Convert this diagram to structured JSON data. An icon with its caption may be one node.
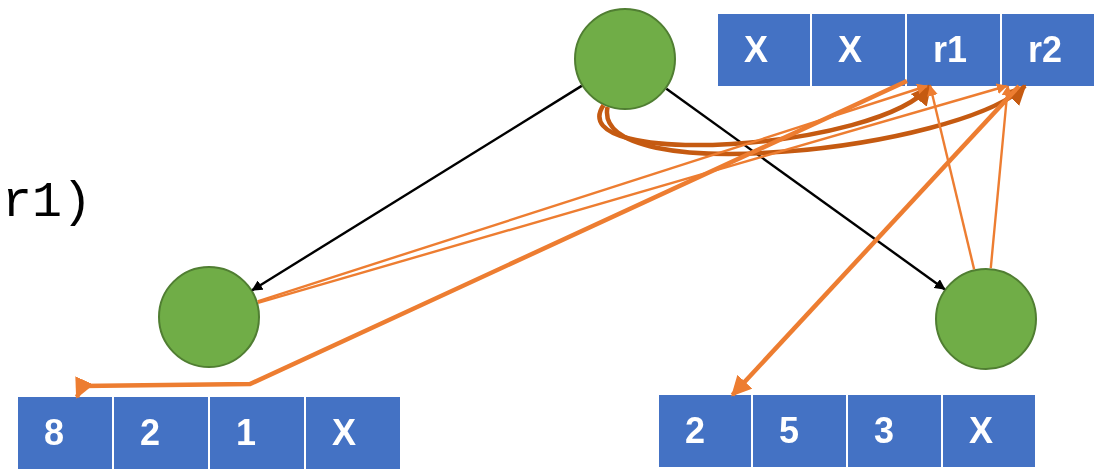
{
  "diagram": {
    "nodes": [
      {
        "text": [],
        "shape": "circle"
      },
      {
        "text": [],
        "shape": "circle"
      },
      {
        "text": [],
        "shape": "circle"
      },
      {
        "text": [
          "X"
        ]
      },
      {
        "text": [
          "X"
        ]
      },
      {
        "text": [
          "r1"
        ]
      },
      {
        "text": [
          "r2"
        ]
      },
      {
        "text": [
          "8"
        ]
      },
      {
        "text": [
          "2"
        ]
      },
      {
        "text": [
          "1"
        ]
      },
      {
        "text": [
          "X"
        ]
      },
      {
        "text": [
          "2"
        ]
      },
      {
        "text": [
          "5"
        ]
      },
      {
        "text": [
          "3"
        ]
      },
      {
        "text": [
          "X"
        ]
      }
    ],
    "edges": [
      {
        "from": 0,
        "to": 1,
        "arrow": "to",
        "color": "#000000"
      },
      {
        "from": 0,
        "to": 2,
        "arrow": "to",
        "color": "#000000"
      },
      {
        "from": 0,
        "to": 5,
        "arrow": "to",
        "style": "thick",
        "color": "#c55a11"
      },
      {
        "from": 0,
        "to": 6,
        "arrow": "to",
        "style": "thick",
        "color": "#c55a11"
      },
      {
        "from": 5,
        "to": 7,
        "arrow": "to",
        "style": "thick"
      },
      {
        "from": 6,
        "to": 11,
        "arrow": "to",
        "style": "thick"
      },
      {
        "from": 1,
        "to": 5,
        "arrow": "to"
      },
      {
        "from": 1,
        "to": 6,
        "arrow": "to"
      },
      {
        "from": 2,
        "to": 5,
        "arrow": "to"
      },
      {
        "from": 2,
        "to": 6,
        "arrow": "to"
      }
    ],
    "labels": [
      "r1)"
    ]
  }
}
